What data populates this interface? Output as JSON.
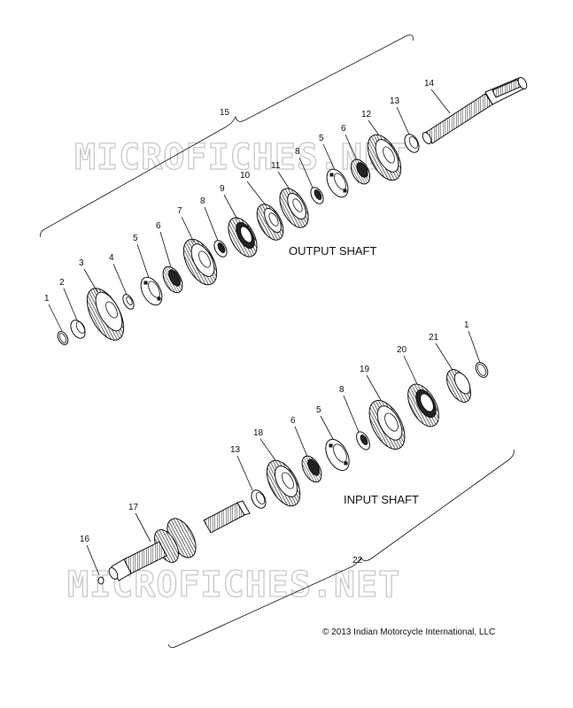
{
  "watermark": "MICROFICHES.NET",
  "labels": {
    "output_shaft": "OUTPUT SHAFT",
    "input_shaft": "INPUT SHAFT",
    "copyright": "© 2013 Indian Motorcycle International, LLC"
  },
  "callouts": {
    "out_1": "1",
    "out_2": "2",
    "out_3": "3",
    "out_4": "4",
    "out_5a": "5",
    "out_6a": "6",
    "out_7": "7",
    "out_8a": "8",
    "out_9": "9",
    "out_10": "10",
    "out_11": "11",
    "out_8b": "8",
    "out_5b": "5",
    "out_6b": "6",
    "out_12": "12",
    "out_13": "13",
    "out_14": "14",
    "out_15": "15",
    "in_1": "1",
    "in_21": "21",
    "in_20": "20",
    "in_19": "19",
    "in_8": "8",
    "in_5": "5",
    "in_6": "6",
    "in_18": "18",
    "in_13": "13",
    "in_17": "17",
    "in_16": "16",
    "in_22": "22"
  }
}
